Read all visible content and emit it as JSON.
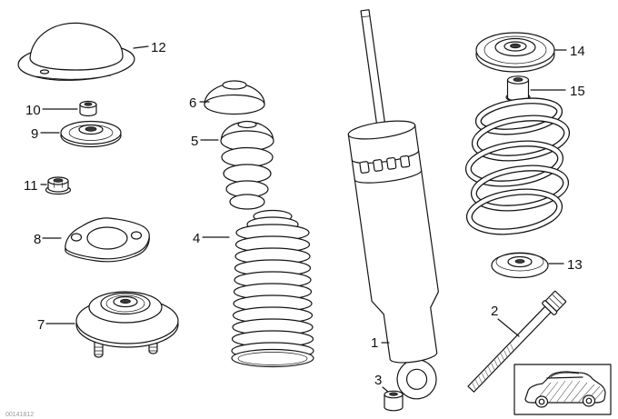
{
  "diagram": {
    "footer_code": "00141812",
    "callout_labels": {
      "1": "1",
      "2": "2",
      "3": "3",
      "4": "4",
      "5": "5",
      "6": "6",
      "7": "7",
      "8": "8",
      "9": "9",
      "10": "10",
      "11": "11",
      "12": "12",
      "13": "13",
      "14": "14",
      "15": "15"
    }
  }
}
